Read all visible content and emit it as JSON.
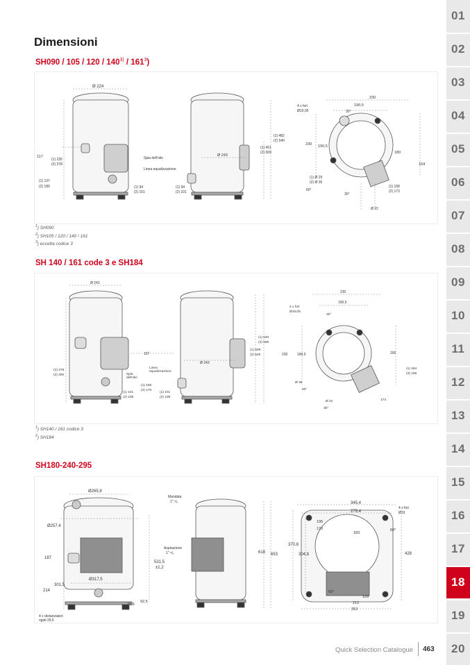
{
  "page": {
    "title": "Dimensioni",
    "page_number": "463",
    "catalogue": "Quick Selection Catalogue"
  },
  "tabs": [
    "01",
    "02",
    "03",
    "04",
    "05",
    "06",
    "07",
    "08",
    "09",
    "10",
    "11",
    "12",
    "13",
    "14",
    "15",
    "16",
    "17",
    "18",
    "19",
    "20"
  ],
  "active_tab": "18",
  "colors": {
    "accent": "#d0021b",
    "tab_bg": "#e9e9e9",
    "tab_text": "#6d6d6d"
  },
  "section1": {
    "title_main": "SH090 / 105 / 120 / 140",
    "sup1": "3)",
    "title_mid": " / 161",
    "sup2": "3",
    "title_end": ")",
    "footnotes": {
      "n1": "SH090",
      "n2": "SH105 / 120 / 140 / 161",
      "n3": "eccetta codice 3"
    },
    "labels": {
      "d224": "Ø 224",
      "d117": "117",
      "l235": "(1) 235",
      "l278": "(2) 278",
      "spia": "Spia dell'olio",
      "linea": "Linea equalizzazione",
      "l137": "(1) 137",
      "l189": "(2) 189",
      "l94": "(1) 94",
      "l101": "(2) 101",
      "r94": "(1) 94",
      "r101": "(2) 101",
      "d243": "Ø 243",
      "l451": "(1) 451",
      "l509": "(2) 509",
      "l482": "(1) 482",
      "l540": "(2) 540",
      "fori": "4 x fori",
      "fori_d": "Ø19,05",
      "t230": "230",
      "t1905": "190,5",
      "t30": "30°",
      "s230": "230",
      "s1905": "190,5",
      "s180": "180",
      "s154": "154",
      "d29": "(1) Ø 29",
      "d35": "(2) Ø 35",
      "a60": "60°",
      "b30": "30°",
      "l158": "(1) 158",
      "l173": "(2) 173",
      "d22": "Ø 22"
    }
  },
  "section2": {
    "title": "SH 140 / 161 code 3 e SH184",
    "footnotes": {
      "n1": "SH140 / 161 codice 3",
      "n2": "SH184"
    },
    "labels": {
      "d243": "Ø 243",
      "l278": "(1) 278",
      "l300": "(2) 300",
      "spia1": "Spia",
      "spia2": "dell'olio",
      "l101": "(1) 101",
      "l108": "(2) 108",
      "l155": "(1) 155",
      "l170": "(2) 170",
      "v157": "157",
      "linea1": "Linea",
      "linea2": "equalizzazione",
      "r101": "(1) 101",
      "r108": "(2) 108",
      "d243b": "Ø 243",
      "l509": "(1) 509",
      "l525": "(2) 525",
      "l540": "(1) 540",
      "l555": "(2) 555",
      "fori": "4 x fori",
      "fori_d": "Ø19,05",
      "t230": "230",
      "t1905": "190,5",
      "t30": "30°",
      "s230": "230",
      "s1905": "190,5",
      "s200": "200",
      "l154": "(1) 154",
      "l159": "(2) 159",
      "d35": "Ø 35",
      "a60": "60°",
      "d22": "Ø 22",
      "b30": "30°",
      "s173": "173"
    }
  },
  "section3": {
    "title": "SH180-240-295",
    "labels": {
      "d2659": "Ø265,9",
      "d2574": "Ø257,4",
      "v187": "187",
      "v3015": "301,5",
      "d3175": "Ø317,5",
      "v214": "214",
      "v5315": "531,5",
      "v12": "±1,2",
      "v766": "76,6",
      "v925": "92,5",
      "dist1": "4 x distanziatori",
      "dist2": "rigidi 29,5",
      "mandata": "Mandata",
      "mandata_size": "1\" ¹/₈",
      "aspirazione": "Aspirazione",
      "aspirazione_size": "1\" ⁵/₈",
      "v618": "618",
      "v653": "653",
      "v3454": "345,4",
      "v2794": "279,4",
      "fori": "4 x fori",
      "fori_d": "Ø19",
      "v195": "195",
      "v170": "170",
      "v183": "183",
      "a60": "60°",
      "v3708": "370,8",
      "v3048": "304,8",
      "v428": "428",
      "b60": "60°",
      "v109": "109",
      "v212": "212",
      "v353": "353"
    }
  }
}
